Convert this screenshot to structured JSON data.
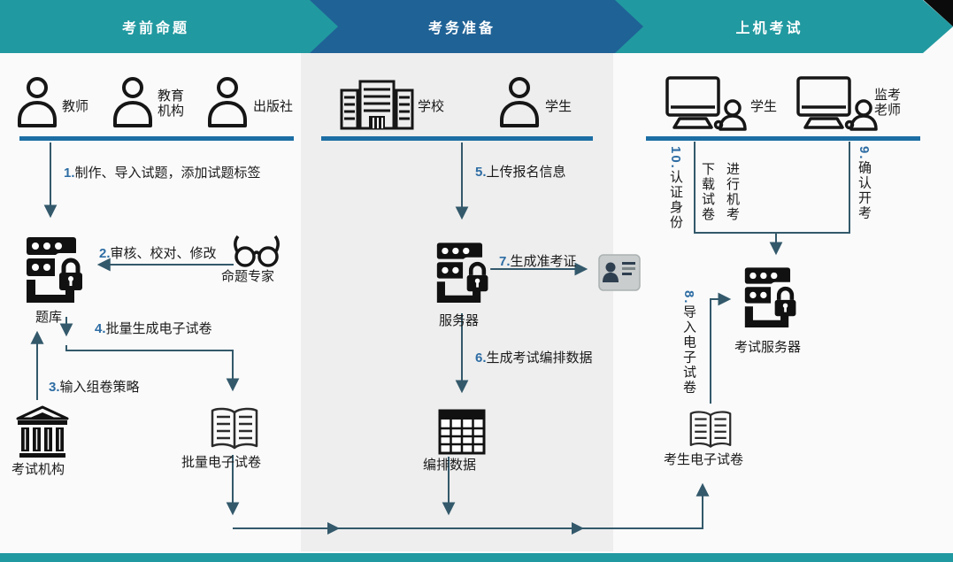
{
  "phases": [
    {
      "label": "考前命题"
    },
    {
      "label": "考务准备"
    },
    {
      "label": "上机考试"
    }
  ],
  "actors": [
    {
      "label": "教师",
      "icon": "person-icon"
    },
    {
      "label": "教育机构",
      "icon": "person-icon"
    },
    {
      "label": "出版社",
      "icon": "person-icon"
    },
    {
      "label": "学校",
      "icon": "school-building-icon"
    },
    {
      "label": "学生",
      "icon": "person-icon"
    },
    {
      "label": "学生",
      "icon": "computer-user-icon"
    },
    {
      "label": "监考老师",
      "icon": "computer-user-icon"
    }
  ],
  "steps": [
    {
      "num": "1.",
      "text": "制作、导入试题，添加试题标签"
    },
    {
      "num": "2.",
      "text": "审核、校对、修改"
    },
    {
      "num": "3.",
      "text": "输入组卷策略"
    },
    {
      "num": "4.",
      "text": "批量生成电子试卷"
    },
    {
      "num": "5.",
      "text": "上传报名信息"
    },
    {
      "num": "6.",
      "text": "生成考试编排数据"
    },
    {
      "num": "7.",
      "text": "生成准考证"
    },
    {
      "num": "8.",
      "text": "导入电子试卷"
    },
    {
      "num": "9.",
      "text": "确认开考"
    },
    {
      "num": "10.",
      "text": "认证身份"
    },
    {
      "num": "",
      "text": "下载试卷"
    },
    {
      "num": "",
      "text": "进行机考"
    }
  ],
  "entities": [
    {
      "label": "题库",
      "icon": "server-lock-icon"
    },
    {
      "label": "命题专家",
      "icon": "glasses-icon"
    },
    {
      "label": "考试机构",
      "icon": "bank-building-icon"
    },
    {
      "label": "批量电子试卷",
      "icon": "open-book-icon"
    },
    {
      "label": "服务器",
      "icon": "server-lock-icon"
    },
    {
      "label": "编排数据",
      "icon": "data-table-icon"
    },
    {
      "label": "考试服务器",
      "icon": "server-lock-icon"
    },
    {
      "label": "考生电子试卷",
      "icon": "open-book-icon"
    },
    {
      "label": "",
      "icon": "id-card-icon"
    }
  ],
  "colors": {
    "phase_teal": "#2199a0",
    "phase_blue": "#1f6296",
    "actor_bar_blue": "#1c6ea4",
    "arrow_slate": "#33596b",
    "step_number_blue": "#2e6da4",
    "middle_band_gray": "#eeeeee",
    "background": "#fafafa"
  }
}
